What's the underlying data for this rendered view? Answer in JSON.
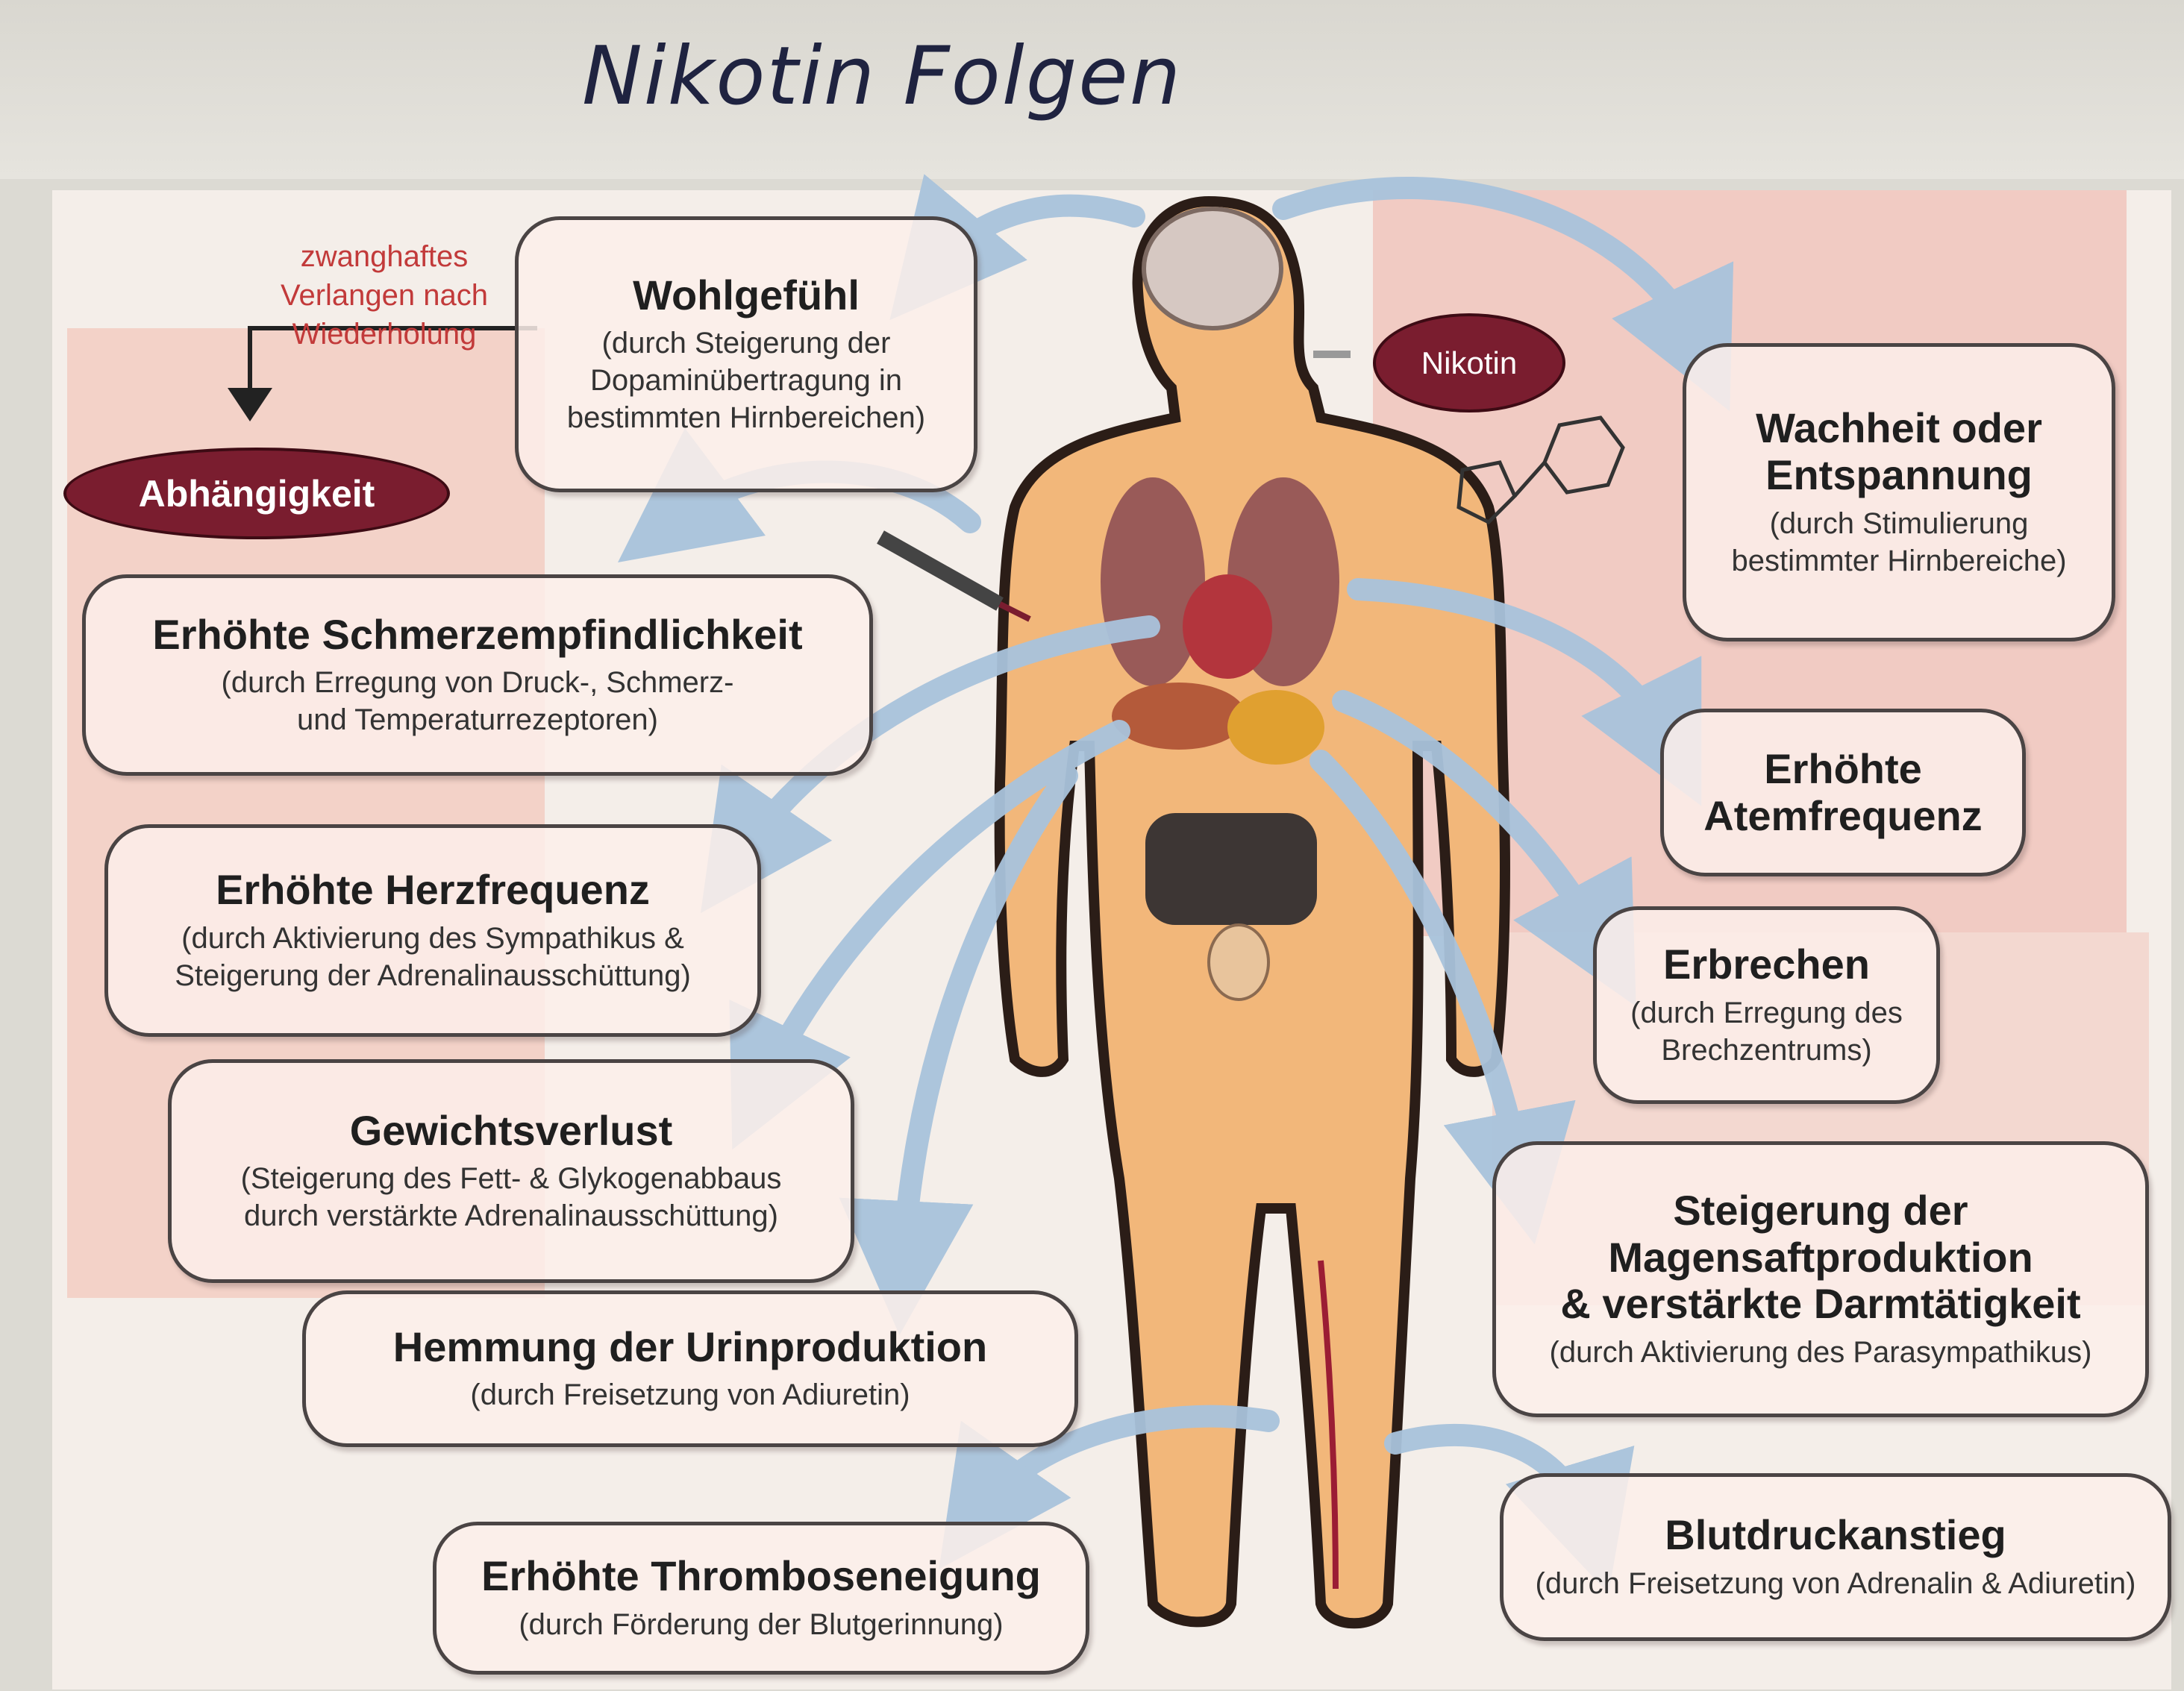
{
  "title": "Nikotin Folgen",
  "badges": {
    "nikotin": "Nikotin",
    "abhaengigkeit": "Abhängigkeit"
  },
  "craving": {
    "line1": "zwanghaftes",
    "line2": "Verlangen nach",
    "line3": "Wiederholung"
  },
  "boxes": {
    "wohlgefuehl": {
      "heading": "Wohlgefühl",
      "line1": "(durch Steigerung der",
      "line2": "Dopaminübertragung in",
      "line3": "bestimmten Hirnbereichen)"
    },
    "schmerz": {
      "heading": "Erhöhte Schmerzempfindlichkeit",
      "line1": "(durch Erregung von Druck-, Schmerz-",
      "line2": "und Temperaturrezeptoren)"
    },
    "herz": {
      "heading": "Erhöhte Herzfrequenz",
      "line1": "(durch Aktivierung des Sympathikus &",
      "line2": "Steigerung der Adrenalinausschüttung)"
    },
    "gewicht": {
      "heading": "Gewichtsverlust",
      "line1": "(Steigerung des Fett- & Glykogenabbaus",
      "line2": "durch verstärkte Adrenalinausschüttung)"
    },
    "urin": {
      "heading": "Hemmung der Urinproduktion",
      "line1": "(durch Freisetzung von Adiuretin)"
    },
    "thrombose": {
      "heading": "Erhöhte Thromboseneigung",
      "line1": "(durch Förderung der Blutgerinnung)"
    },
    "wachheit": {
      "heading1": "Wachheit oder",
      "heading2": "Entspannung",
      "line1": "(durch Stimulierung",
      "line2": "bestimmter Hirnbereiche)"
    },
    "atem": {
      "heading1": "Erhöhte",
      "heading2": "Atemfrequenz"
    },
    "erbrechen": {
      "heading": "Erbrechen",
      "line1": "(durch Erregung des",
      "line2": "Brechzentrums)"
    },
    "magen": {
      "heading1": "Steigerung der",
      "heading2": "Magensaftproduktion",
      "heading3": "& verstärkte Darmtätigkeit",
      "line1": "(durch Aktivierung des Parasympathikus)"
    },
    "blutdruck": {
      "heading": "Blutdruckanstieg",
      "line1": "(durch Freisetzung von Adrenalin & Adiuretin)"
    }
  },
  "colors": {
    "arrow": "#a9c3dc",
    "badge": "#7a1d2f",
    "craving_text": "#c23a3a",
    "body_fill": "#f2b77a"
  }
}
